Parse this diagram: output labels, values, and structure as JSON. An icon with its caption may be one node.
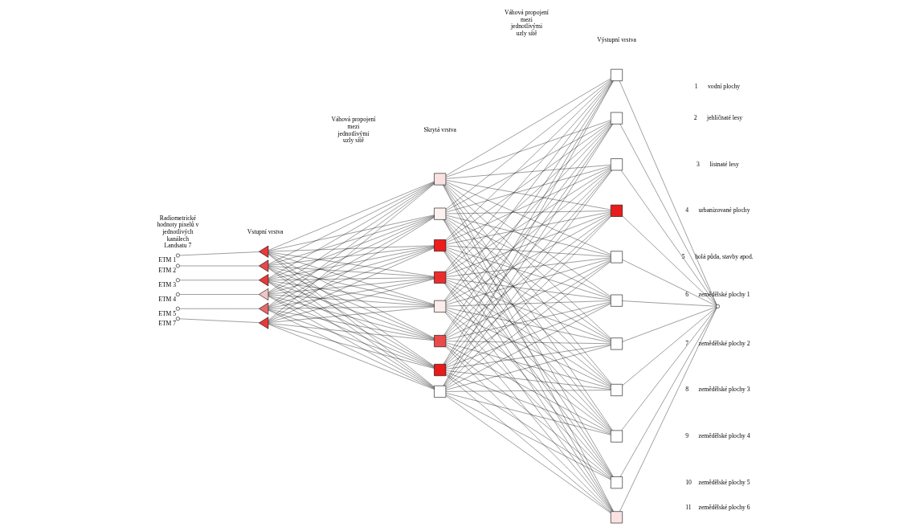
{
  "diagram": {
    "nodes": [
      {
        "text": [],
        "shape": "circle",
        "beside": [
          "ETM 1"
        ]
      },
      {
        "text": [],
        "shape": "circle",
        "beside": [
          "ETM 2"
        ]
      },
      {
        "text": [],
        "shape": "circle",
        "beside": [
          "ETM 3"
        ]
      },
      {
        "text": [],
        "shape": "circle",
        "beside": [
          "ETM 4"
        ]
      },
      {
        "text": [],
        "shape": "circle",
        "beside": [
          "ETM 5"
        ]
      },
      {
        "text": [],
        "shape": "circle",
        "beside": [
          "ETM 7"
        ]
      },
      {
        "text": [],
        "shape": "triangle"
      },
      {
        "text": [],
        "shape": "triangle"
      },
      {
        "text": [],
        "shape": "triangle"
      },
      {
        "text": [],
        "shape": "triangle"
      },
      {
        "text": [],
        "shape": "triangle"
      },
      {
        "text": [],
        "shape": "triangle"
      },
      {
        "text": [],
        "shape": "box"
      },
      {
        "text": [],
        "shape": "box"
      },
      {
        "text": [],
        "shape": "box"
      },
      {
        "text": [],
        "shape": "box"
      },
      {
        "text": [],
        "shape": "box"
      },
      {
        "text": [],
        "shape": "box"
      },
      {
        "text": [],
        "shape": "box"
      },
      {
        "text": [],
        "shape": "box"
      },
      {
        "text": [],
        "shape": "box",
        "beside": [
          "1",
          "vodní plochy"
        ]
      },
      {
        "text": [],
        "shape": "box",
        "beside": [
          "2",
          "jehličnaté lesy"
        ]
      },
      {
        "text": [],
        "shape": "box",
        "beside": [
          "3",
          "listnaté lesy"
        ]
      },
      {
        "text": [],
        "shape": "box",
        "beside": [
          "4",
          "urbanizované plochy"
        ]
      },
      {
        "text": [],
        "shape": "box",
        "beside": [
          "5",
          "holá půda, stavby apod."
        ]
      },
      {
        "text": [],
        "shape": "box",
        "beside": [
          "6",
          "zemědělské plochy 1"
        ]
      },
      {
        "text": [],
        "shape": "box",
        "beside": [
          "7",
          "zemědělské plochy 2"
        ]
      },
      {
        "text": [],
        "shape": "box",
        "beside": [
          "8",
          "zemědělské plochy 3"
        ]
      },
      {
        "text": [],
        "shape": "box",
        "beside": [
          "9",
          "zemědělské plochy 4"
        ]
      },
      {
        "text": [],
        "shape": "box",
        "beside": [
          "10",
          "zemědělské plochy 5"
        ]
      },
      {
        "text": [],
        "shape": "box",
        "beside": [
          "11",
          "zemědělské plochy 6"
        ]
      },
      {
        "text": [],
        "shape": "circle"
      }
    ],
    "edges": [
      {
        "from": 0,
        "to": 6,
        "arrow": "none"
      },
      {
        "from": 1,
        "to": 7,
        "arrow": "none"
      },
      {
        "from": 2,
        "to": 8,
        "arrow": "none"
      },
      {
        "from": 3,
        "to": 9,
        "arrow": "none"
      },
      {
        "from": 4,
        "to": 10,
        "arrow": "none"
      },
      {
        "from": 5,
        "to": 11,
        "arrow": "none"
      },
      {
        "from": 6,
        "to": 12,
        "arrow": "none"
      },
      {
        "from": 6,
        "to": 13,
        "arrow": "none"
      },
      {
        "from": 6,
        "to": 14,
        "arrow": "none"
      },
      {
        "from": 6,
        "to": 15,
        "arrow": "none"
      },
      {
        "from": 6,
        "to": 16,
        "arrow": "none"
      },
      {
        "from": 6,
        "to": 17,
        "arrow": "none"
      },
      {
        "from": 6,
        "to": 18,
        "arrow": "none"
      },
      {
        "from": 6,
        "to": 19,
        "arrow": "none"
      },
      {
        "from": 7,
        "to": 12,
        "arrow": "none"
      },
      {
        "from": 7,
        "to": 13,
        "arrow": "none"
      },
      {
        "from": 7,
        "to": 14,
        "arrow": "none"
      },
      {
        "from": 7,
        "to": 15,
        "arrow": "none"
      },
      {
        "from": 7,
        "to": 16,
        "arrow": "none"
      },
      {
        "from": 7,
        "to": 17,
        "arrow": "none"
      },
      {
        "from": 7,
        "to": 18,
        "arrow": "none"
      },
      {
        "from": 7,
        "to": 19,
        "arrow": "none"
      },
      {
        "from": 8,
        "to": 12,
        "arrow": "none"
      },
      {
        "from": 8,
        "to": 13,
        "arrow": "none"
      },
      {
        "from": 8,
        "to": 14,
        "arrow": "none"
      },
      {
        "from": 8,
        "to": 15,
        "arrow": "none"
      },
      {
        "from": 8,
        "to": 16,
        "arrow": "none"
      },
      {
        "from": 8,
        "to": 17,
        "arrow": "none"
      },
      {
        "from": 8,
        "to": 18,
        "arrow": "none"
      },
      {
        "from": 8,
        "to": 19,
        "arrow": "none"
      },
      {
        "from": 9,
        "to": 12,
        "arrow": "none"
      },
      {
        "from": 9,
        "to": 13,
        "arrow": "none"
      },
      {
        "from": 9,
        "to": 14,
        "arrow": "none"
      },
      {
        "from": 9,
        "to": 15,
        "arrow": "none"
      },
      {
        "from": 9,
        "to": 16,
        "arrow": "none"
      },
      {
        "from": 9,
        "to": 17,
        "arrow": "none"
      },
      {
        "from": 9,
        "to": 18,
        "arrow": "none"
      },
      {
        "from": 9,
        "to": 19,
        "arrow": "none"
      },
      {
        "from": 10,
        "to": 12,
        "arrow": "none"
      },
      {
        "from": 10,
        "to": 13,
        "arrow": "none"
      },
      {
        "from": 10,
        "to": 14,
        "arrow": "none"
      },
      {
        "from": 10,
        "to": 15,
        "arrow": "none"
      },
      {
        "from": 10,
        "to": 16,
        "arrow": "none"
      },
      {
        "from": 10,
        "to": 17,
        "arrow": "none"
      },
      {
        "from": 10,
        "to": 18,
        "arrow": "none"
      },
      {
        "from": 10,
        "to": 19,
        "arrow": "none"
      },
      {
        "from": 11,
        "to": 12,
        "arrow": "none"
      },
      {
        "from": 11,
        "to": 13,
        "arrow": "none"
      },
      {
        "from": 11,
        "to": 14,
        "arrow": "none"
      },
      {
        "from": 11,
        "to": 15,
        "arrow": "none"
      },
      {
        "from": 11,
        "to": 16,
        "arrow": "none"
      },
      {
        "from": 11,
        "to": 17,
        "arrow": "none"
      },
      {
        "from": 11,
        "to": 18,
        "arrow": "none"
      },
      {
        "from": 11,
        "to": 19,
        "arrow": "none"
      },
      {
        "from": 12,
        "to": 20,
        "arrow": "none"
      },
      {
        "from": 12,
        "to": 21,
        "arrow": "none"
      },
      {
        "from": 12,
        "to": 22,
        "arrow": "none"
      },
      {
        "from": 12,
        "to": 23,
        "arrow": "none"
      },
      {
        "from": 12,
        "to": 24,
        "arrow": "none"
      },
      {
        "from": 12,
        "to": 25,
        "arrow": "none"
      },
      {
        "from": 12,
        "to": 26,
        "arrow": "none"
      },
      {
        "from": 12,
        "to": 27,
        "arrow": "none"
      },
      {
        "from": 12,
        "to": 28,
        "arrow": "none"
      },
      {
        "from": 12,
        "to": 29,
        "arrow": "none"
      },
      {
        "from": 12,
        "to": 30,
        "arrow": "none"
      },
      {
        "from": 13,
        "to": 20,
        "arrow": "none"
      },
      {
        "from": 13,
        "to": 21,
        "arrow": "none"
      },
      {
        "from": 13,
        "to": 22,
        "arrow": "none"
      },
      {
        "from": 13,
        "to": 23,
        "arrow": "none"
      },
      {
        "from": 13,
        "to": 24,
        "arrow": "none"
      },
      {
        "from": 13,
        "to": 25,
        "arrow": "none"
      },
      {
        "from": 13,
        "to": 26,
        "arrow": "none"
      },
      {
        "from": 13,
        "to": 27,
        "arrow": "none"
      },
      {
        "from": 13,
        "to": 28,
        "arrow": "none"
      },
      {
        "from": 13,
        "to": 29,
        "arrow": "none"
      },
      {
        "from": 13,
        "to": 30,
        "arrow": "none"
      },
      {
        "from": 14,
        "to": 20,
        "arrow": "none"
      },
      {
        "from": 14,
        "to": 21,
        "arrow": "none"
      },
      {
        "from": 14,
        "to": 22,
        "arrow": "none"
      },
      {
        "from": 14,
        "to": 23,
        "arrow": "none"
      },
      {
        "from": 14,
        "to": 24,
        "arrow": "none"
      },
      {
        "from": 14,
        "to": 25,
        "arrow": "none"
      },
      {
        "from": 14,
        "to": 26,
        "arrow": "none"
      },
      {
        "from": 14,
        "to": 27,
        "arrow": "none"
      },
      {
        "from": 14,
        "to": 28,
        "arrow": "none"
      },
      {
        "from": 14,
        "to": 29,
        "arrow": "none"
      },
      {
        "from": 14,
        "to": 30,
        "arrow": "none"
      },
      {
        "from": 15,
        "to": 20,
        "arrow": "none"
      },
      {
        "from": 15,
        "to": 21,
        "arrow": "none"
      },
      {
        "from": 15,
        "to": 22,
        "arrow": "none"
      },
      {
        "from": 15,
        "to": 23,
        "arrow": "none"
      },
      {
        "from": 15,
        "to": 24,
        "arrow": "none"
      },
      {
        "from": 15,
        "to": 25,
        "arrow": "none"
      },
      {
        "from": 15,
        "to": 26,
        "arrow": "none"
      },
      {
        "from": 15,
        "to": 27,
        "arrow": "none"
      },
      {
        "from": 15,
        "to": 28,
        "arrow": "none"
      },
      {
        "from": 15,
        "to": 29,
        "arrow": "none"
      },
      {
        "from": 15,
        "to": 30,
        "arrow": "none"
      },
      {
        "from": 16,
        "to": 20,
        "arrow": "none"
      },
      {
        "from": 16,
        "to": 21,
        "arrow": "none"
      },
      {
        "from": 16,
        "to": 22,
        "arrow": "none"
      },
      {
        "from": 16,
        "to": 23,
        "arrow": "none"
      },
      {
        "from": 16,
        "to": 24,
        "arrow": "none"
      },
      {
        "from": 16,
        "to": 25,
        "arrow": "none"
      },
      {
        "from": 16,
        "to": 26,
        "arrow": "none"
      },
      {
        "from": 16,
        "to": 27,
        "arrow": "none"
      },
      {
        "from": 16,
        "to": 28,
        "arrow": "none"
      },
      {
        "from": 16,
        "to": 29,
        "arrow": "none"
      },
      {
        "from": 16,
        "to": 30,
        "arrow": "none"
      },
      {
        "from": 17,
        "to": 20,
        "arrow": "none"
      },
      {
        "from": 17,
        "to": 21,
        "arrow": "none"
      },
      {
        "from": 17,
        "to": 22,
        "arrow": "none"
      },
      {
        "from": 17,
        "to": 23,
        "arrow": "none"
      },
      {
        "from": 17,
        "to": 24,
        "arrow": "none"
      },
      {
        "from": 17,
        "to": 25,
        "arrow": "none"
      },
      {
        "from": 17,
        "to": 26,
        "arrow": "none"
      },
      {
        "from": 17,
        "to": 27,
        "arrow": "none"
      },
      {
        "from": 17,
        "to": 28,
        "arrow": "none"
      },
      {
        "from": 17,
        "to": 29,
        "arrow": "none"
      },
      {
        "from": 17,
        "to": 30,
        "arrow": "none"
      },
      {
        "from": 18,
        "to": 20,
        "arrow": "none"
      },
      {
        "from": 18,
        "to": 21,
        "arrow": "none"
      },
      {
        "from": 18,
        "to": 22,
        "arrow": "none"
      },
      {
        "from": 18,
        "to": 23,
        "arrow": "none"
      },
      {
        "from": 18,
        "to": 24,
        "arrow": "none"
      },
      {
        "from": 18,
        "to": 25,
        "arrow": "none"
      },
      {
        "from": 18,
        "to": 26,
        "arrow": "none"
      },
      {
        "from": 18,
        "to": 27,
        "arrow": "none"
      },
      {
        "from": 18,
        "to": 28,
        "arrow": "none"
      },
      {
        "from": 18,
        "to": 29,
        "arrow": "none"
      },
      {
        "from": 18,
        "to": 30,
        "arrow": "none"
      },
      {
        "from": 19,
        "to": 20,
        "arrow": "none"
      },
      {
        "from": 19,
        "to": 21,
        "arrow": "none"
      },
      {
        "from": 19,
        "to": 22,
        "arrow": "none"
      },
      {
        "from": 19,
        "to": 23,
        "arrow": "none"
      },
      {
        "from": 19,
        "to": 24,
        "arrow": "none"
      },
      {
        "from": 19,
        "to": 25,
        "arrow": "none"
      },
      {
        "from": 19,
        "to": 26,
        "arrow": "none"
      },
      {
        "from": 19,
        "to": 27,
        "arrow": "none"
      },
      {
        "from": 19,
        "to": 28,
        "arrow": "none"
      },
      {
        "from": 19,
        "to": 29,
        "arrow": "none"
      },
      {
        "from": 19,
        "to": 30,
        "arrow": "none"
      },
      {
        "from": 20,
        "to": 31,
        "arrow": "none"
      },
      {
        "from": 21,
        "to": 31,
        "arrow": "none"
      },
      {
        "from": 22,
        "to": 31,
        "arrow": "none"
      },
      {
        "from": 23,
        "to": 31,
        "arrow": "none"
      },
      {
        "from": 24,
        "to": 31,
        "arrow": "none"
      },
      {
        "from": 25,
        "to": 31,
        "arrow": "none"
      },
      {
        "from": 26,
        "to": 31,
        "arrow": "none"
      },
      {
        "from": 27,
        "to": 31,
        "arrow": "none"
      },
      {
        "from": 28,
        "to": 31,
        "arrow": "none"
      },
      {
        "from": 29,
        "to": 31,
        "arrow": "none"
      },
      {
        "from": 30,
        "to": 31,
        "arrow": "none"
      }
    ],
    "labels": [
      "Radiometrické hodnoty pixelů v jednotlivých kanálech Landsatu 7",
      "Vstupní vrstva",
      "Váhová propojení mezi jednotlivými uzly sítě",
      "Skrytá vrstva",
      "Váhová propojení mezi jednotlivými uzly sítě",
      "Výstupní vrstva"
    ]
  }
}
